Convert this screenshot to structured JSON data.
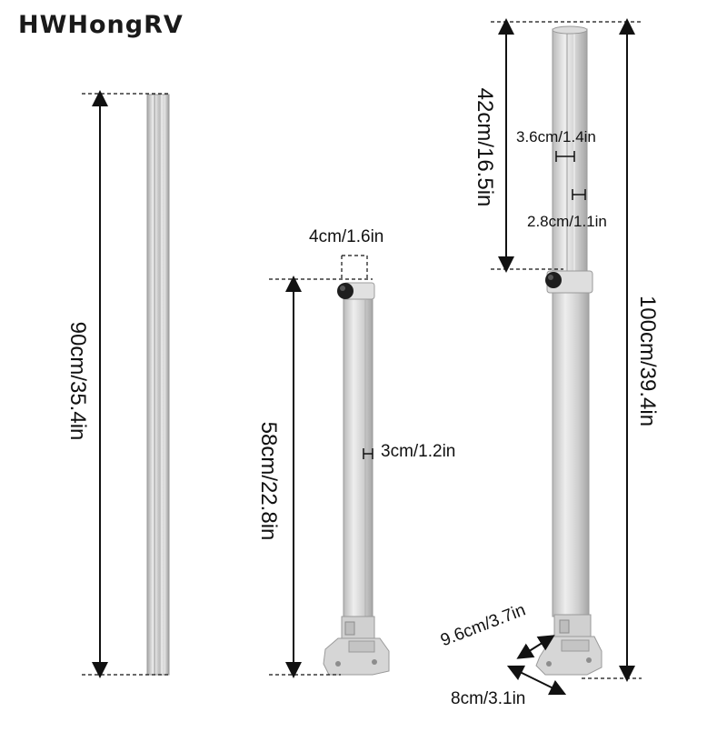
{
  "brand": "HWHongRV",
  "colors": {
    "aluminum_light": "#e6e6e6",
    "aluminum_mid": "#c8c8c8",
    "aluminum_dark": "#9a9a9a",
    "knob": "#1e1e1e",
    "line": "#111111"
  },
  "dimensions": {
    "rod_length": "90cm/35.4in",
    "leg_short_height": "58cm/22.8in",
    "leg_short_top_width": "4cm/1.6in",
    "leg_short_tube_width": "3cm/1.2in",
    "leg_long_upper": "42cm/16.5in",
    "leg_long_total": "100cm/39.4in",
    "leg_long_tube_a": "3.6cm/1.4in",
    "leg_long_tube_b": "2.8cm/1.1in",
    "base_depth": "9.6cm/3.7in",
    "base_width": "8cm/3.1in"
  }
}
